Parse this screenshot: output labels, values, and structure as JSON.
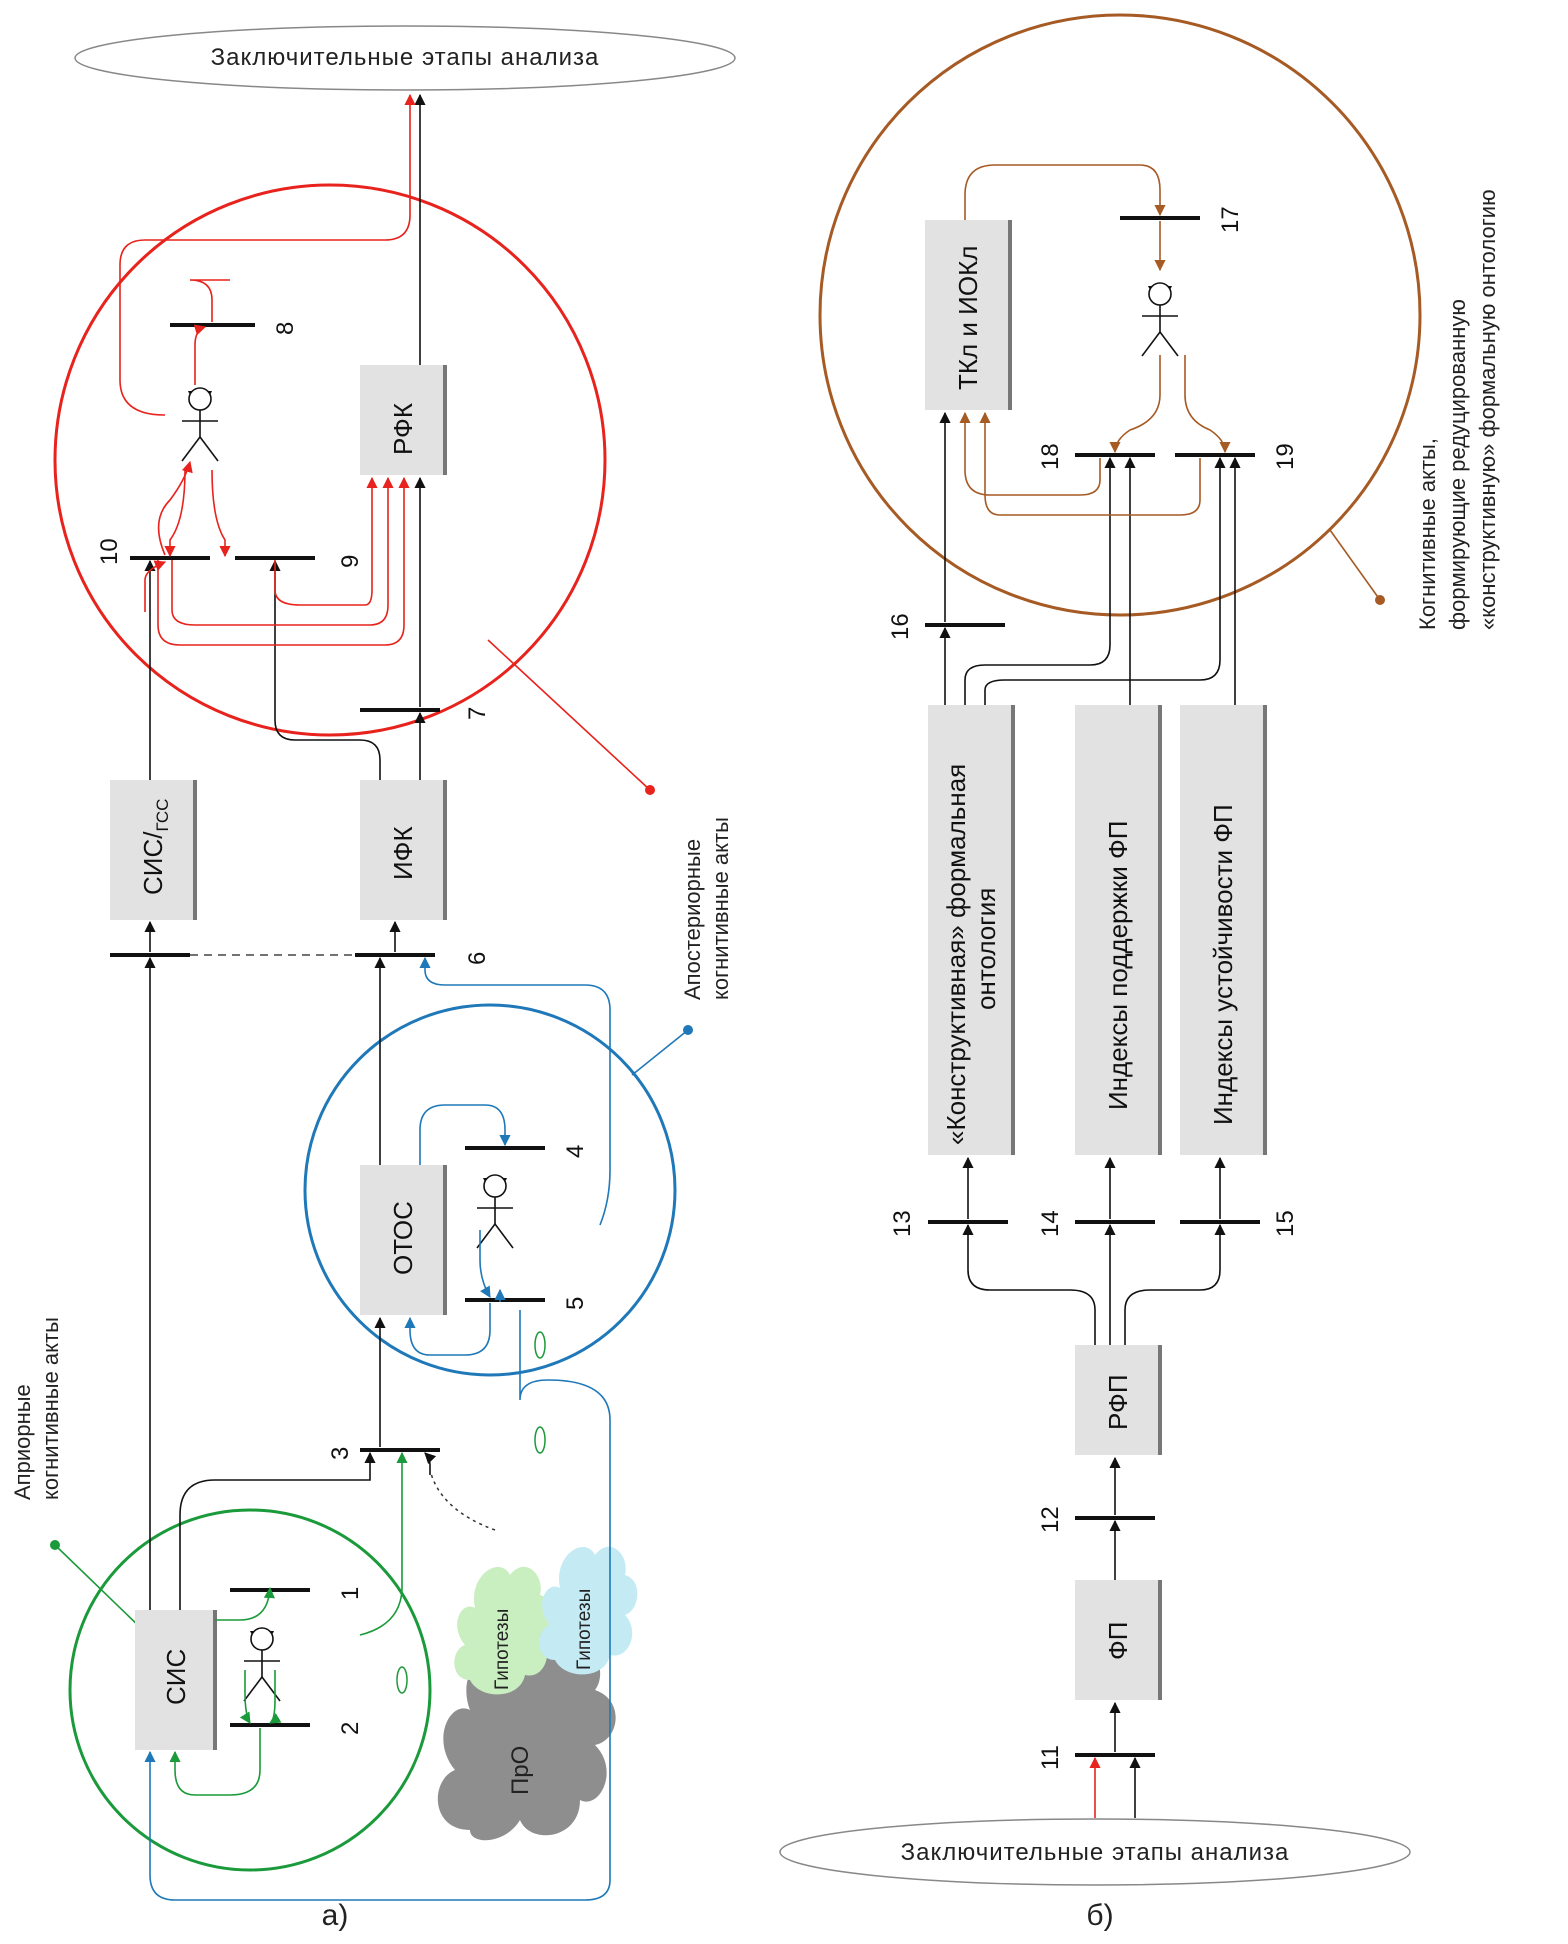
{
  "panel_a": {
    "top_ellipse": "Заключительные этапы анализа",
    "boxes": {
      "sis": "СИС",
      "otos": "ОТОС",
      "sis_gss_main": "СИС/",
      "sis_gss_sub": "ГСС",
      "ifk": "ИФК",
      "rfk": "РФК"
    },
    "cloud": {
      "hyp1": "Гипотезы",
      "hyp2": "Гипотезы",
      "pro": "ПрО"
    },
    "labels": {
      "apriori_1": "Априорные",
      "apriori_2": "когнитивные акты",
      "aposteriori_1": "Апостериорные",
      "aposteriori_2": "когнитивные акты"
    },
    "numbers": [
      "1",
      "2",
      "3",
      "4",
      "5",
      "6",
      "7",
      "8",
      "9",
      "10"
    ],
    "caption": "а)"
  },
  "panel_b": {
    "bottom_ellipse": "Заключительные этапы анализа",
    "boxes": {
      "fp": "ФП",
      "rfp": "РФП",
      "ontology_1": "«Конструктивная» формальная",
      "ontology_2": "онтология",
      "support": "Индексы поддержки ФП",
      "stability": "Индексы устойчивости ФП",
      "tkl": "ТКл и ИОКл"
    },
    "labels": {
      "cog_1": "Когнитивные акты,",
      "cog_2": "формирующие редуцированную",
      "cog_3": "«конструктивную» формальную онтологию"
    },
    "numbers": [
      "11",
      "12",
      "13",
      "14",
      "15",
      "16",
      "17",
      "18",
      "19"
    ],
    "caption": "б)"
  },
  "colors": {
    "black": "#111111",
    "red": "#e8221c",
    "green": "#1a9a3a",
    "blue": "#1f78b8",
    "brown": "#a65a24",
    "box_fill": "#e2e2e2",
    "cloud_grey": "#8e8e8e",
    "cloud_green": "#c9efc0",
    "cloud_blue": "#c4ebf4"
  }
}
